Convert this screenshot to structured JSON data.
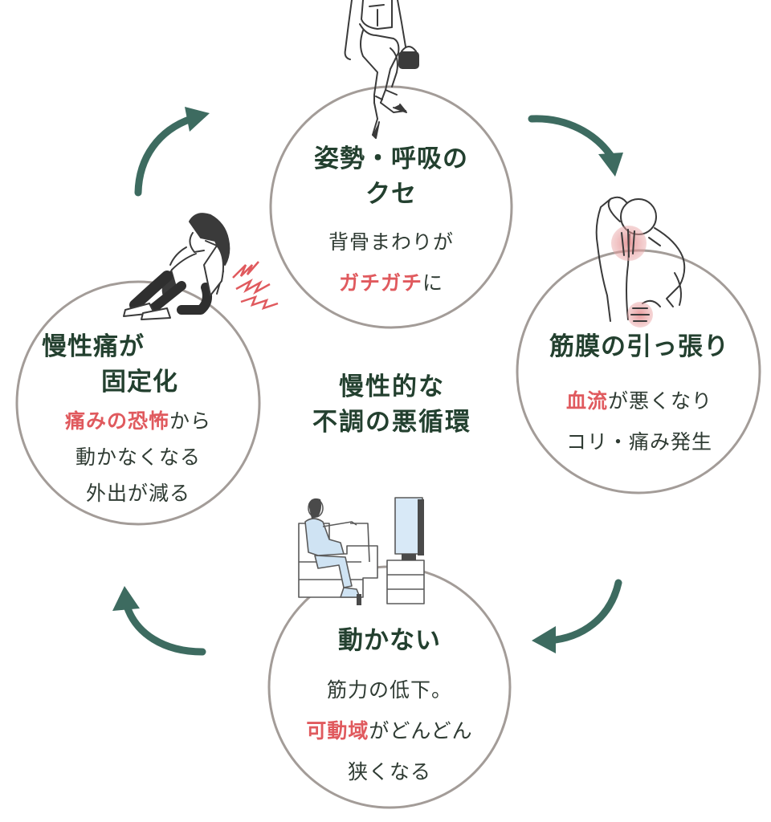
{
  "colors": {
    "circle_stroke": "#a39c98",
    "arrow": "#3d6b60",
    "title_green": "#23402f",
    "highlight_red": "#e05a5e",
    "pain_spot": "#e8a3a4",
    "lightning": "#e05a5e",
    "figure_blue": "#cfe3f3"
  },
  "center": {
    "line1": "慢性的な",
    "line2": "不調の悪循環"
  },
  "nodes": {
    "posture": {
      "title_line1": "姿勢・呼吸の",
      "title_line2": "クセ",
      "body_line1": "背骨まわりが",
      "body_line2_hl": "ガチガチ",
      "body_line2_rest": "に",
      "illustration_icon": "crossed-legs-sitting-woman-icon"
    },
    "muscle": {
      "title": "筋膜の引っ張り",
      "body_line1_hl": "血流",
      "body_line1_rest": "が悪くなり",
      "body_line2": "コリ・痛み発生",
      "illustration_icon": "back-pain-torso-icon"
    },
    "immobile": {
      "title": "動かない",
      "body_line1": "筋力の低下。",
      "body_line2_hl": "可動域",
      "body_line2_rest": "がどんどん",
      "body_line3": "狭くなる",
      "illustration_icon": "woman-on-sofa-watching-tv-icon"
    },
    "chronic": {
      "title_line1": "慢性痛が",
      "title_line2": "固定化",
      "body_line1_hl": "痛みの恐怖",
      "body_line1_rest": "から",
      "body_line2": "動かなくなる",
      "body_line3": "外出が減る",
      "illustration_icon": "head-in-hands-sitting-woman-icon"
    }
  },
  "arrows": [
    "arrow-top-right-icon",
    "arrow-right-down-icon",
    "arrow-bottom-left-icon",
    "arrow-left-up-icon"
  ]
}
